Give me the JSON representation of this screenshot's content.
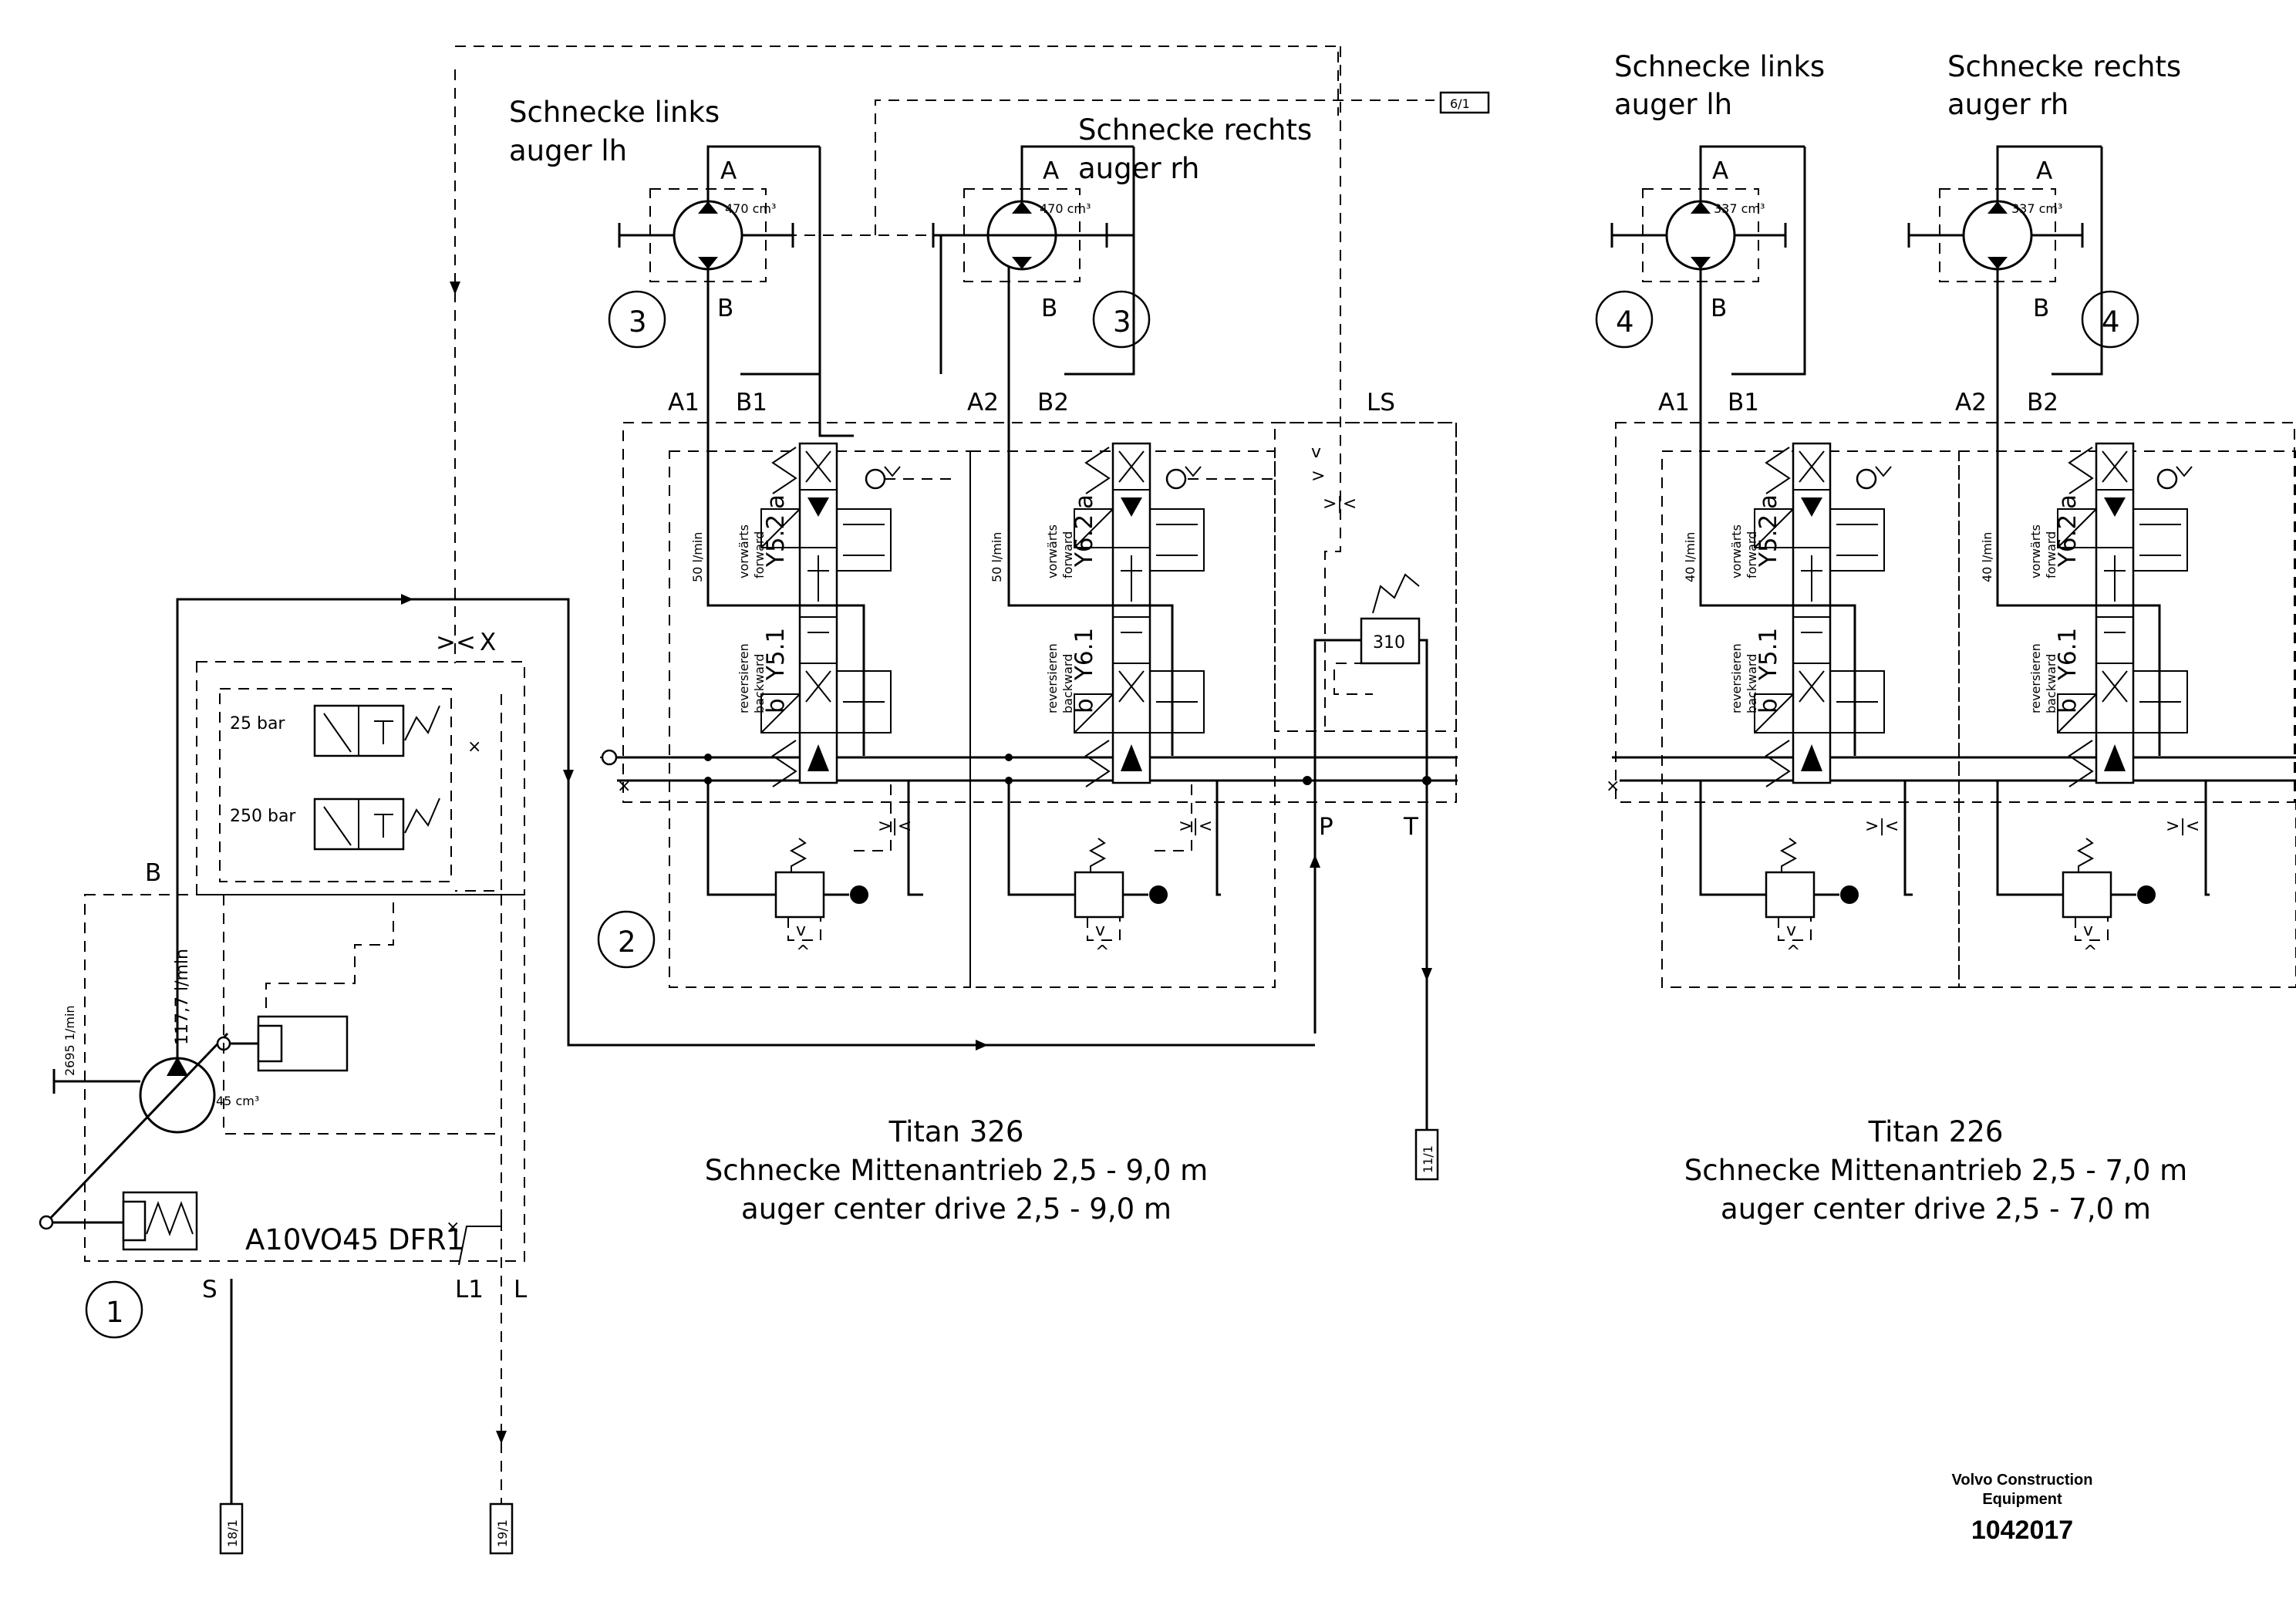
{
  "auger_left": {
    "line1": "Schnecke links",
    "line2": "auger lh"
  },
  "auger_right": {
    "line1": "Schnecke rechts",
    "line2": "auger rh"
  },
  "motor_326": "470 cm³",
  "motor_226": "337 cm³",
  "port_a": "A",
  "port_b": "B",
  "callouts": {
    "pump": "1",
    "valve": "2",
    "motor_326": "3",
    "motor_226": "4"
  },
  "valve_ports": {
    "a1": "A1",
    "b1": "B1",
    "a2": "A2",
    "b2": "B2",
    "ls": "LS",
    "p": "P",
    "t": "T"
  },
  "flow_326": "50 l/min",
  "flow_226": "40 l/min",
  "sol": {
    "vor": "vorwärts",
    "fwd": "forward",
    "rev": "reversieren",
    "bwd": "backward",
    "a": "a",
    "b": "b",
    "y52": "Y5.2",
    "y51": "Y5.1",
    "y62": "Y6.2",
    "y61": "Y6.1"
  },
  "relief_310": "310",
  "pump": {
    "press_low": "25 bar",
    "press_high": "250 bar",
    "model": "A10VO45 DFR1",
    "flow": "117,7 l/min",
    "speed": "2695 1/min",
    "disp": "45 cm³",
    "port_b": "B",
    "port_s": "S",
    "port_l1": "L1",
    "port_l": "L",
    "port_x": "X"
  },
  "refs": {
    "r6": "6/1",
    "r11": "11/1",
    "r18": "18/1",
    "r19": "19/1"
  },
  "title_326": {
    "line1": "Titan 326",
    "line2": "Schnecke Mittenantrieb 2,5 - 9,0 m",
    "line3": "auger center drive 2,5 - 9,0 m"
  },
  "title_226": {
    "line1": "Titan 226",
    "line2": "Schnecke Mittenantrieb 2,5 - 7,0 m",
    "line3": "auger center drive 2,5 - 7,0 m"
  },
  "brand": {
    "line1": "Volvo Construction",
    "line2": "Equipment",
    "number": "1042017"
  }
}
